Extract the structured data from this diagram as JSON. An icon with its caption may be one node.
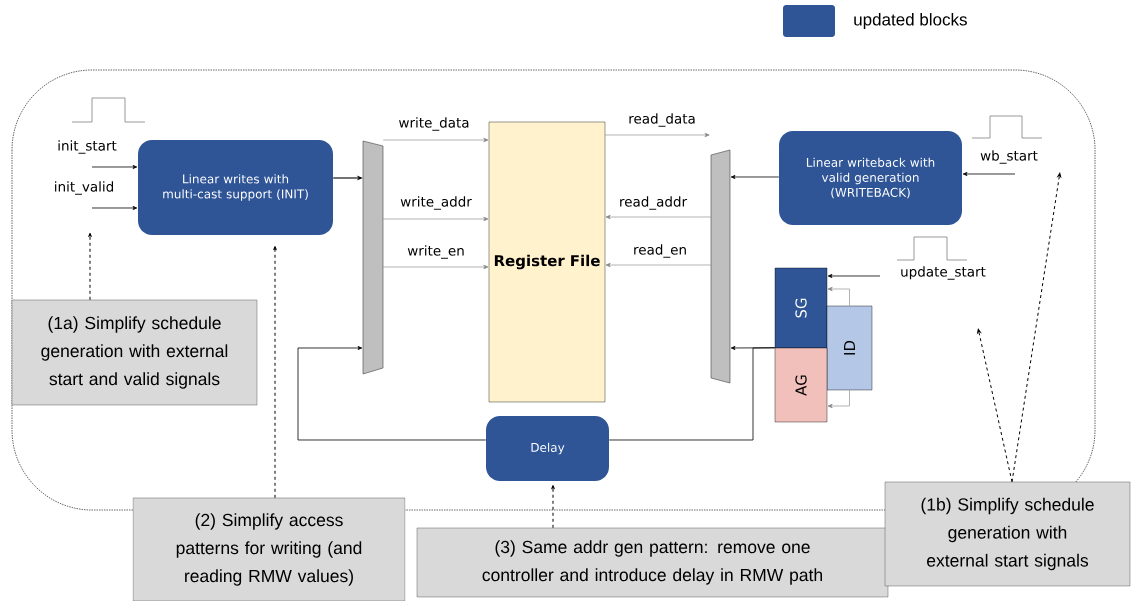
{
  "diagram": {
    "nodes": [
      {
        "text": [
          "Linear writes with multi-cast support (INIT)"
        ]
      },
      {
        "text": [],
        "shape": "trapezoid"
      },
      {
        "text": [
          "Register File"
        ]
      },
      {
        "text": [],
        "shape": "trapezoid"
      },
      {
        "text": [
          "Linear writeback with valid generation (WRITEBACK)"
        ]
      },
      {
        "text": [
          "SG"
        ]
      },
      {
        "text": [
          "ID"
        ]
      },
      {
        "text": [
          "AG"
        ]
      },
      {
        "text": [
          "Delay"
        ]
      },
      {
        "text": [
          "(1a) Simplify schedule generation with external start and valid signals"
        ]
      },
      {
        "text": [
          "(2) Simplify access patterns for writing (and reading RMW values)"
        ]
      },
      {
        "text": [
          "(3) Same addr gen pattern: remove one controller and introduce delay in RMW path"
        ]
      },
      {
        "text": [
          "(1b) Simplify schedule generation with external start signals"
        ]
      }
    ],
    "edges": [
      {
        "from": null,
        "to": 0,
        "arrow": "to",
        "label": "init_start"
      },
      {
        "from": null,
        "to": 0,
        "arrow": "to",
        "label": "init_valid"
      },
      {
        "from": 0,
        "to": 1,
        "arrow": "to"
      },
      {
        "from": 1,
        "to": 2,
        "arrow": "to",
        "label": "write_data",
        "color": "#7f7f7f"
      },
      {
        "from": 1,
        "to": 2,
        "arrow": "to",
        "label": "write_addr",
        "color": "#7f7f7f"
      },
      {
        "from": 1,
        "to": 2,
        "arrow": "to",
        "label": "write_en",
        "color": "#7f7f7f"
      },
      {
        "from": 2,
        "to": null,
        "arrow": "to",
        "label": "read_data",
        "color": "#7f7f7f"
      },
      {
        "from": 3,
        "to": 2,
        "arrow": "to",
        "label": "read_addr",
        "color": "#7f7f7f"
      },
      {
        "from": 3,
        "to": 2,
        "arrow": "to",
        "label": "read_en",
        "color": "#7f7f7f"
      },
      {
        "from": 4,
        "to": 3,
        "arrow": "to"
      },
      {
        "from": null,
        "to": 4,
        "arrow": "to",
        "label": "wb_start"
      },
      {
        "from": null,
        "to": 5,
        "arrow": "to",
        "label": "update_start"
      },
      {
        "from": 6,
        "to": 5,
        "arrow": "to",
        "color": "#7f7f7f"
      },
      {
        "from": 6,
        "to": 7,
        "arrow": "to",
        "color": "#7f7f7f"
      },
      {
        "from": 7,
        "to": 3,
        "arrow": "to"
      },
      {
        "from": 7,
        "to": 8,
        "arrow": "none"
      },
      {
        "from": 8,
        "to": 1,
        "arrow": "to"
      },
      {
        "from": 9,
        "to": null,
        "arrow": "to",
        "style": "dashed"
      },
      {
        "from": 10,
        "to": 0,
        "arrow": "to",
        "style": "dashed"
      },
      {
        "from": 11,
        "to": 8,
        "arrow": "to",
        "style": "dashed"
      },
      {
        "from": 12,
        "to": null,
        "arrow": "to",
        "style": "dashed"
      },
      {
        "from": 12,
        "to": null,
        "arrow": "to",
        "style": "dashed"
      }
    ],
    "legend": [
      {
        "text": "updated blocks",
        "color": "#2f5597"
      }
    ]
  }
}
